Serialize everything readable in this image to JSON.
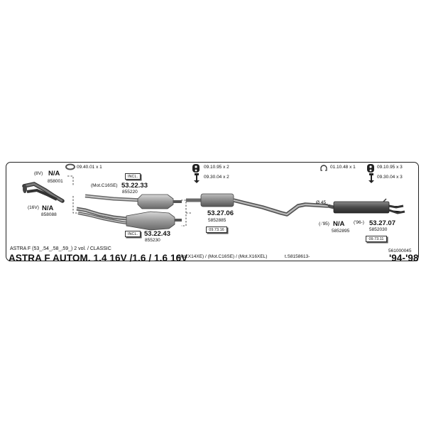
{
  "hardware": {
    "clamp": "09.40.01 x 1",
    "hanger_a": "09.10.95 x 2",
    "bolt_a": "09.30.04 x 2",
    "gasket": "01.10.48 x 1",
    "hanger_b": "09.10.95 x 3",
    "bolt_b": "09.30.04 x 3"
  },
  "parts": {
    "p1_variant": "(8V)",
    "p1_code": "N/A",
    "p1_oe": "858001",
    "p2_variant": "(16V)",
    "p2_code": "N/A",
    "p2_oe": "858088",
    "cat1_engine": "(Mot.C16SE)",
    "cat1_code": "53.22.33",
    "cat1_oe": "855220",
    "cat1_box": "INCL.",
    "cat2_code": "53.22.43",
    "cat2_oe": "855230",
    "cat2_box": "INCL.",
    "mid_code": "53.27.06",
    "mid_oe": "5852885",
    "mid_box": "09.73.16",
    "diameter": "Ø 45",
    "rear1_variant": "(-'95)",
    "rear1_code": "N/A",
    "rear1_oe": "5852895",
    "rear2_variant": "('96-)",
    "rear2_code": "53.27.07",
    "rear2_oe": "5852030",
    "rear2_box": "09.73.11"
  },
  "footer": {
    "model_line": "ASTRA F (53_,54_,58_,59_) 2 vol. / CLASSIC",
    "doc_number": "561000045",
    "title": "ASTRA F AUTOM. 1.4 16V /1.6 / 1.6 16V",
    "engines": "(Mot.X14XE) / (Mot.C16SE) / (Mot.X16XEL)",
    "serial": "t.S8158613-",
    "years": "'94-'98"
  },
  "colors": {
    "pipe": "#a8a8a8",
    "pipe_dark": "#6f6f6f",
    "muffler": "#8a8a8a",
    "frame": "#222222"
  },
  "icons": [
    "clamp-icon",
    "rubber-hanger-icon",
    "bolt-icon",
    "gasket-icon"
  ]
}
